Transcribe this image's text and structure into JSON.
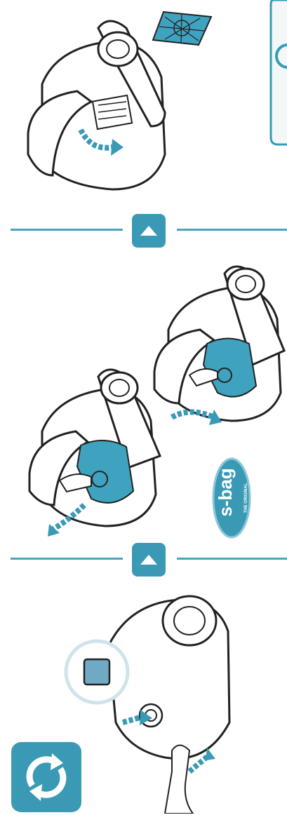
{
  "colors": {
    "accent": "#3a9ab6",
    "accent_light": "#4aa3be",
    "bag_blue": "#3fa3bf",
    "line_art": "#222222",
    "indicator_fill": "#6fa9c4"
  },
  "icons": {
    "step_up": "triangle-up-icon",
    "refresh": "refresh-arrows-icon",
    "brand_badge": "s-bag-logo"
  },
  "brand": {
    "logo_main": "s-bag",
    "logo_sub": "THE ORIGINAL"
  }
}
